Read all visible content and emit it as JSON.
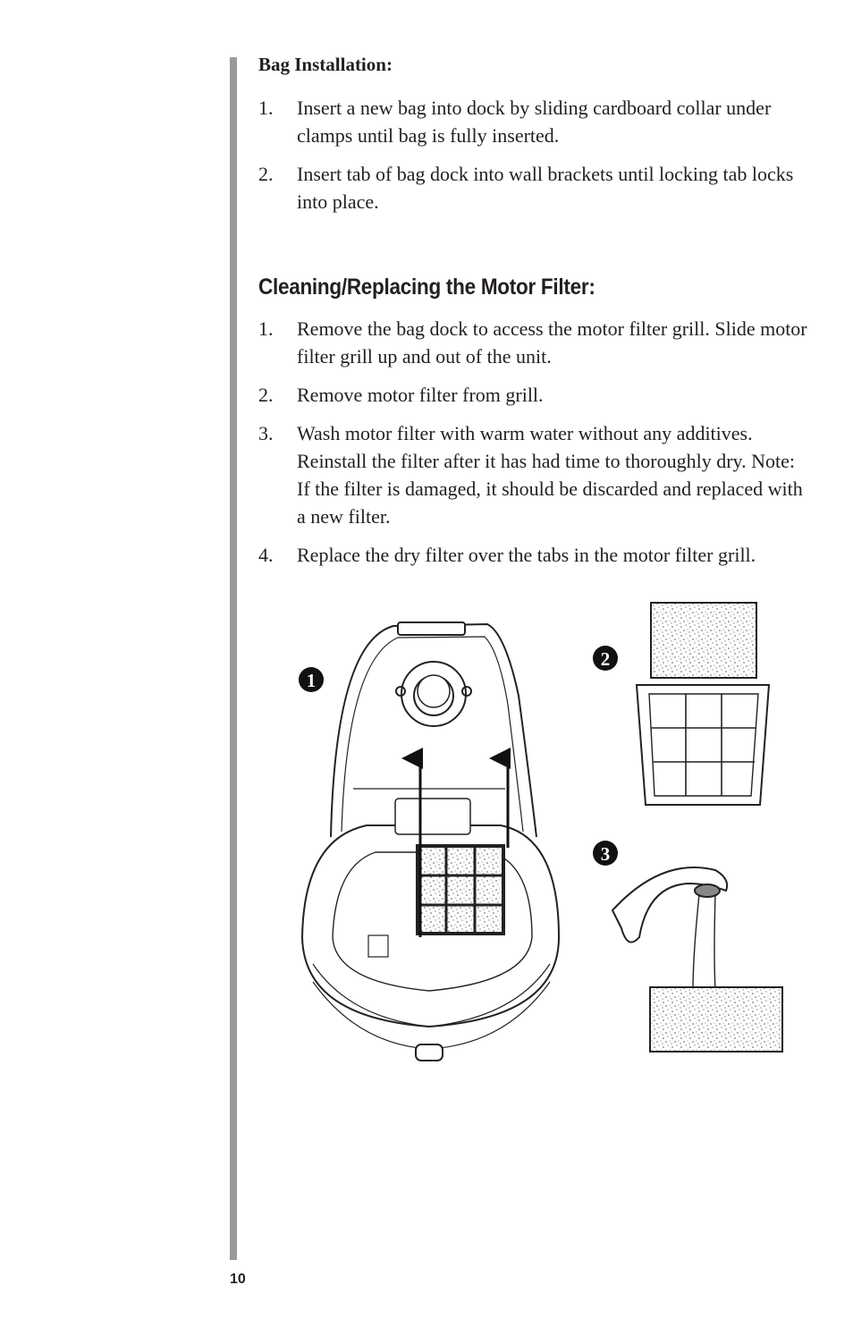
{
  "bag_installation": {
    "title": "Bag Installation:",
    "steps": [
      {
        "number": "1.",
        "text": "Insert a new bag into dock by sliding cardboard collar under clamps until bag is fully inserted."
      },
      {
        "number": "2.",
        "text": "Insert tab of bag dock into wall brackets until locking tab locks into place."
      }
    ]
  },
  "motor_filter": {
    "title": "Cleaning/Replacing the Motor Filter:",
    "steps": [
      {
        "number": "1.",
        "text": "Remove the bag dock to access the motor filter grill. Slide motor filter grill up and out of the unit."
      },
      {
        "number": "2.",
        "text": "Remove motor filter from grill."
      },
      {
        "number": "3.",
        "text": "Wash motor filter with warm water without any additives. Reinstall the filter after it has had time to thoroughly dry. Note: If the filter is damaged, it should be discarded and replaced with a new filter."
      },
      {
        "number": "4.",
        "text": "Replace the dry filter over the tabs in the motor filter grill."
      }
    ]
  },
  "figure_labels": [
    "1",
    "2",
    "3"
  ],
  "page_number": "10"
}
